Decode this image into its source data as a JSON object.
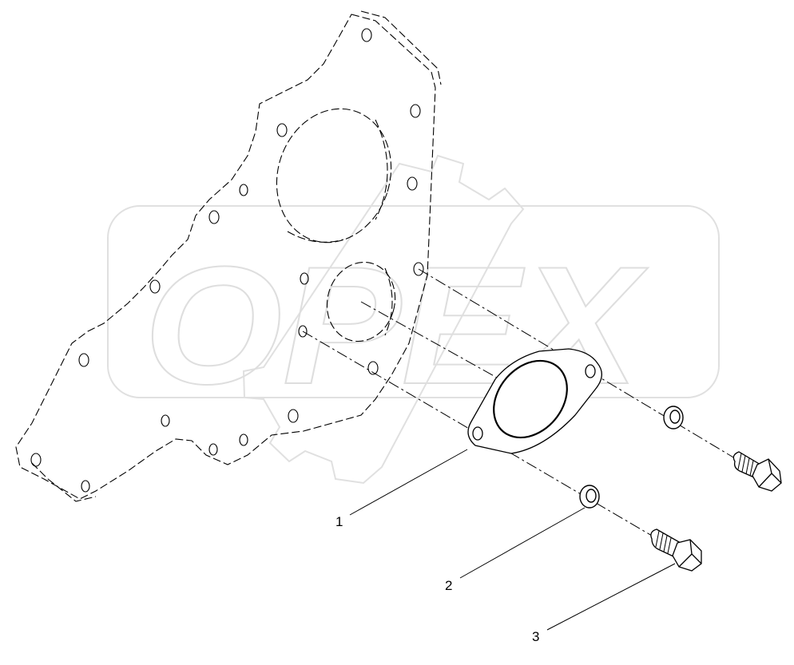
{
  "watermark": {
    "text": "OPEX",
    "color": "#e4e4e4"
  },
  "corner_mark": "",
  "callouts": [
    {
      "id": "1",
      "label": "1",
      "part": "gasket"
    },
    {
      "id": "2",
      "label": "2",
      "part": "washer"
    },
    {
      "id": "3",
      "label": "3",
      "part": "bolt"
    }
  ],
  "colors": {
    "line": "#000000",
    "background": "#ffffff"
  }
}
